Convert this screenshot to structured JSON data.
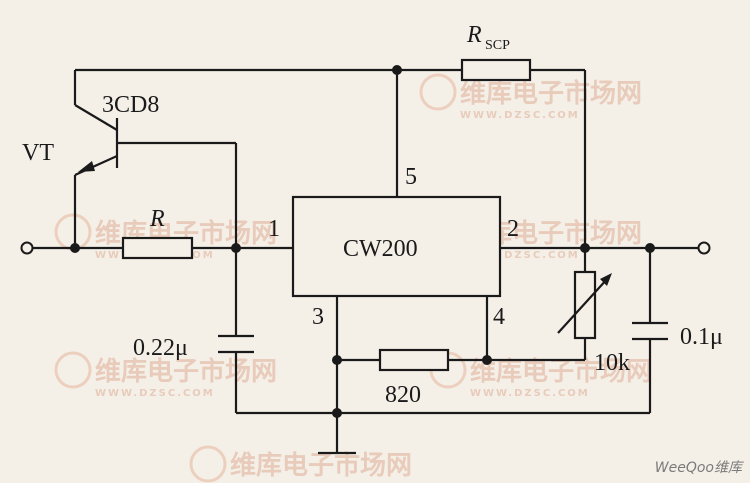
{
  "labels": {
    "transistor_type": "3CD8",
    "transistor_ref": "VT",
    "resistor_r": "R",
    "resistor_rscp_main": "R",
    "resistor_rscp_sub": "SCP",
    "ic_name": "CW200",
    "pin1": "1",
    "pin2": "2",
    "pin3": "3",
    "pin4": "4",
    "pin5": "5",
    "cap_input": "0.22μ",
    "cap_output": "0.1μ",
    "resistor_820": "820",
    "pot_10k": "10k"
  },
  "watermark": {
    "text": "维库电子市场网",
    "url": "WWW.DZSC.COM"
  },
  "brand": "WeeQoo维库"
}
